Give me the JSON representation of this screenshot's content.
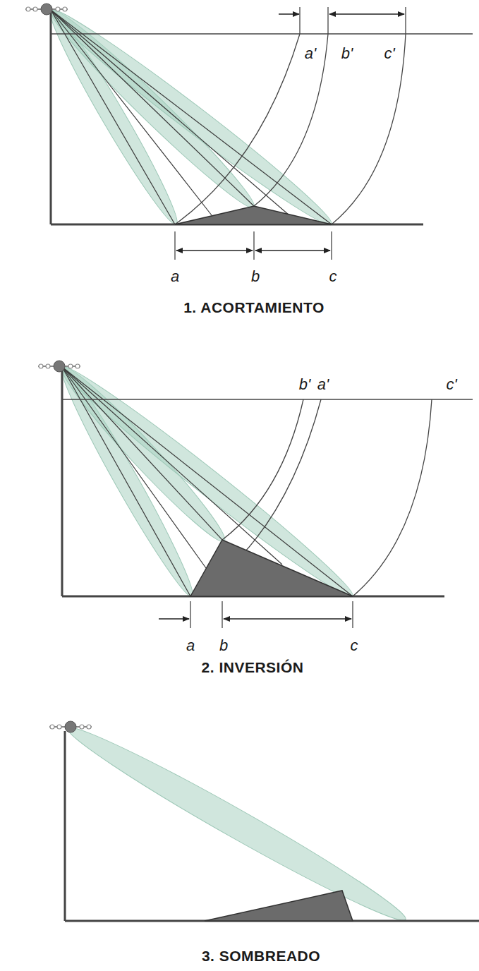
{
  "diagram": {
    "labels": [
      "a'",
      "b'",
      "c'",
      "a",
      "b",
      "c",
      "1. ACORTAMIENTO",
      "b'",
      "a'",
      "c'",
      "a",
      "b",
      "c",
      "2. INVERSIÓN",
      "3. SOMBREADO"
    ]
  }
}
